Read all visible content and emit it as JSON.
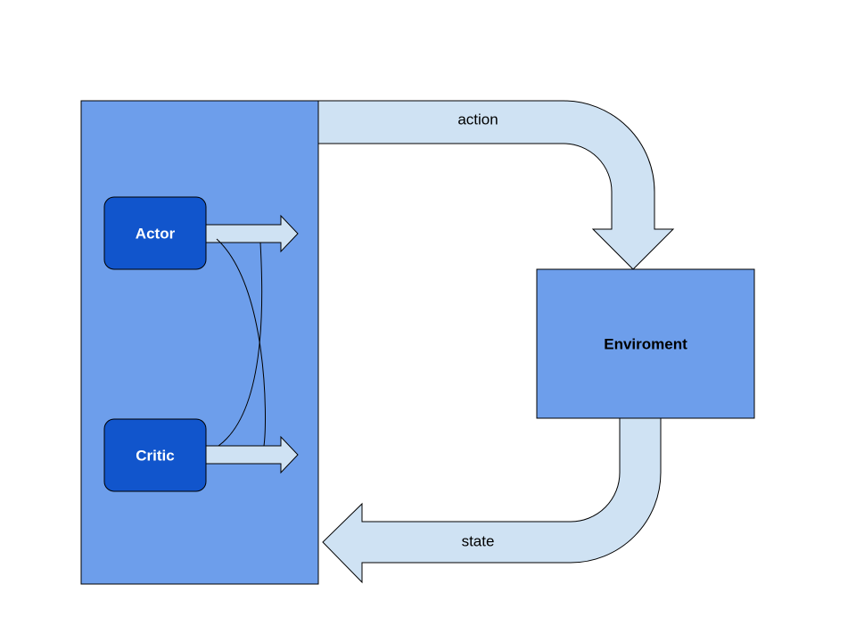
{
  "nodes": {
    "actor": {
      "label": "Actor"
    },
    "critic": {
      "label": "Critic"
    },
    "environment": {
      "label": "Enviroment"
    }
  },
  "edges": {
    "action": {
      "label": "action"
    },
    "state": {
      "label": "state"
    }
  },
  "colors": {
    "agent_box": "#6d9eeb",
    "node_dark": "#1155cc",
    "arrow_fill": "#cfe2f3",
    "stroke": "#000000"
  }
}
